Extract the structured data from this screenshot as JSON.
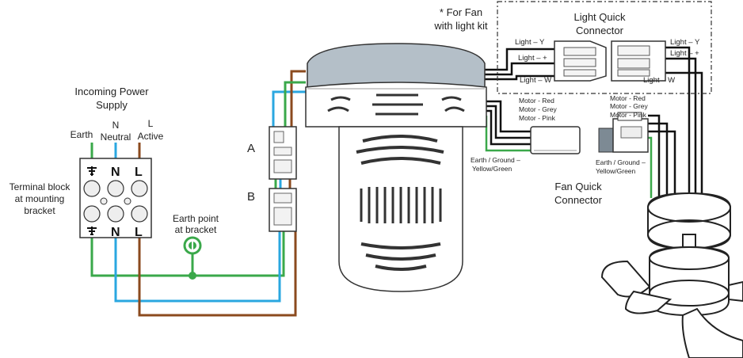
{
  "labels": {
    "incoming_power_1": "Incoming Power",
    "incoming_power_2": "Supply",
    "earth": "Earth",
    "n": "N",
    "neutral": "Neutral",
    "l": "L",
    "active": "Active",
    "terminal_block_1": "Terminal block",
    "terminal_block_2": "at mounting",
    "terminal_block_3": "bracket",
    "earth_point_1": "Earth point",
    "earth_point_2": "at bracket",
    "connector_a": "A",
    "connector_b": "B",
    "fan_light_1": "* For Fan",
    "fan_light_2": "with light kit",
    "light_qc_1": "Light Quick",
    "light_qc_2": "Connector",
    "fan_qc_1": "Fan Quick",
    "fan_qc_2": "Connector",
    "light_y": "Light – Y",
    "light_plus": "Light – +",
    "light_w": "Light – W",
    "motor_red": "Motor - Red",
    "motor_grey": "Motor - Grey",
    "motor_pink": "Motor - Pink",
    "earth_ground_1": "Earth / Ground –",
    "earth_ground_2": "Yellow/Green"
  },
  "terminals": {
    "top_n": "N",
    "top_l": "L",
    "bottom_n": "N",
    "bottom_l": "L"
  },
  "colors": {
    "earth_wire": "#3aa84a",
    "neutral_wire": "#2aa7e0",
    "active_wire": "#8b4a1e",
    "signal_wire": "#111111"
  }
}
